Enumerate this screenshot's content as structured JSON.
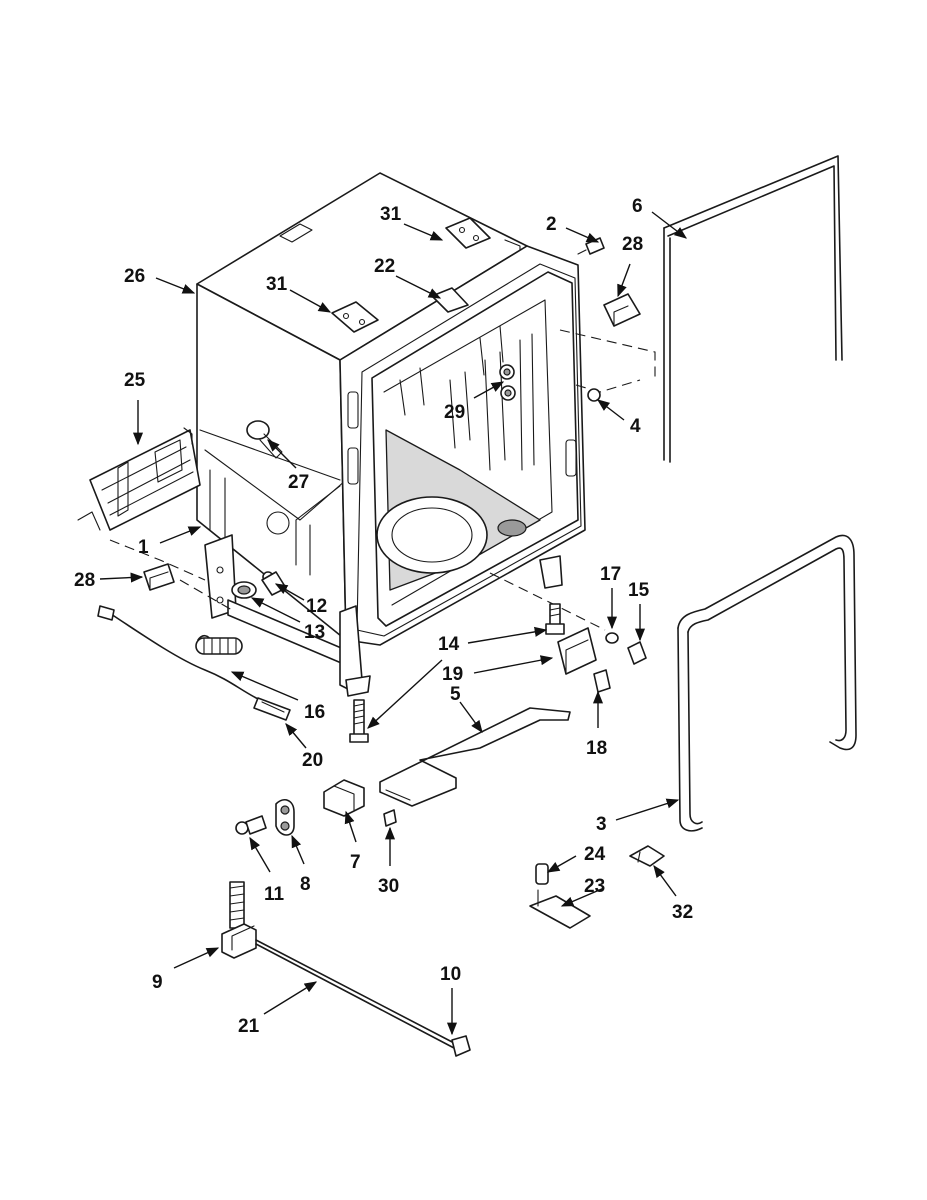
{
  "diagram": {
    "callouts": [
      {
        "id": "c1",
        "label": "1"
      },
      {
        "id": "c2",
        "label": "2"
      },
      {
        "id": "c3",
        "label": "3"
      },
      {
        "id": "c4",
        "label": "4"
      },
      {
        "id": "c5",
        "label": "5"
      },
      {
        "id": "c6",
        "label": "6"
      },
      {
        "id": "c7",
        "label": "7"
      },
      {
        "id": "c8",
        "label": "8"
      },
      {
        "id": "c9",
        "label": "9"
      },
      {
        "id": "c10",
        "label": "10"
      },
      {
        "id": "c11",
        "label": "11"
      },
      {
        "id": "c12",
        "label": "12"
      },
      {
        "id": "c13",
        "label": "13"
      },
      {
        "id": "c14",
        "label": "14"
      },
      {
        "id": "c15",
        "label": "15"
      },
      {
        "id": "c16",
        "label": "16"
      },
      {
        "id": "c17",
        "label": "17"
      },
      {
        "id": "c18",
        "label": "18"
      },
      {
        "id": "c19",
        "label": "19"
      },
      {
        "id": "c20",
        "label": "20"
      },
      {
        "id": "c21",
        "label": "21"
      },
      {
        "id": "c22",
        "label": "22"
      },
      {
        "id": "c23",
        "label": "23"
      },
      {
        "id": "c24",
        "label": "24"
      },
      {
        "id": "c25",
        "label": "25"
      },
      {
        "id": "c26",
        "label": "26"
      },
      {
        "id": "c27",
        "label": "27"
      },
      {
        "id": "c28a",
        "label": "28"
      },
      {
        "id": "c28b",
        "label": "28"
      },
      {
        "id": "c29",
        "label": "29"
      },
      {
        "id": "c30",
        "label": "30"
      },
      {
        "id": "c31a",
        "label": "31"
      },
      {
        "id": "c31b",
        "label": "31"
      },
      {
        "id": "c32",
        "label": "32"
      }
    ]
  }
}
